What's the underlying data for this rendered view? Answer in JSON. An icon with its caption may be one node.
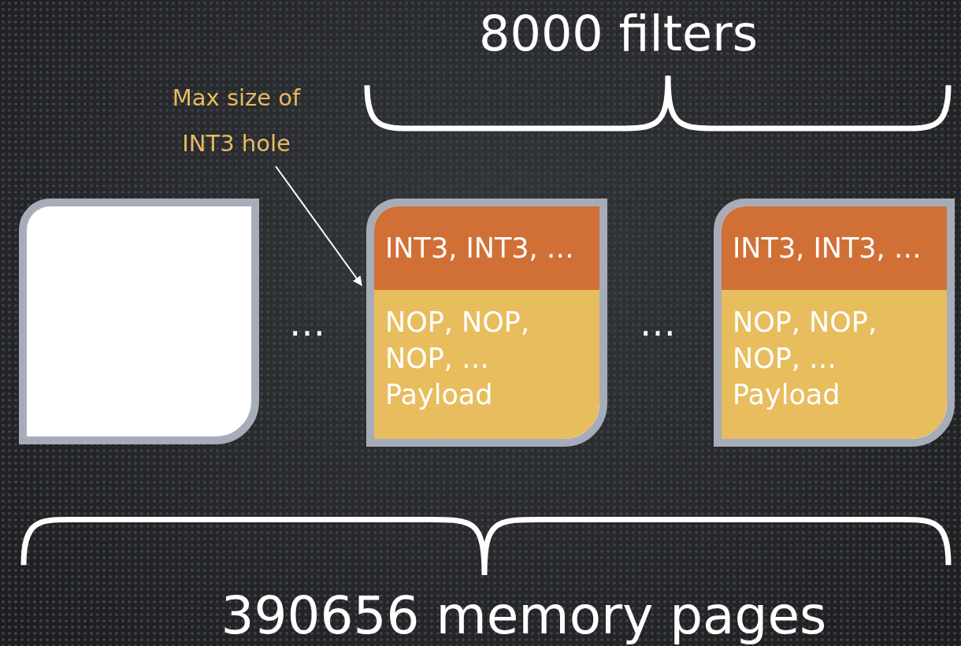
{
  "diagram": {
    "nodes": [
      {
        "text": [],
        "shape": "box"
      },
      {
        "text": [],
        "shape": "box"
      },
      {
        "text": [
          "INT3, INT3, …"
        ],
        "in": 1
      },
      {
        "text": [
          "NOP, NOP, NOP, …",
          "Payload"
        ],
        "in": 1
      },
      {
        "text": [],
        "shape": "box"
      },
      {
        "text": [
          "INT3, INT3, …"
        ],
        "in": 4
      },
      {
        "text": [
          "NOP, NOP, NOP, …",
          "Payload"
        ],
        "in": 4
      },
      {
        "text": [
          "Max size of INT3 hole"
        ]
      }
    ],
    "edges": [
      {
        "from": 7,
        "to": 2,
        "arrow": "to"
      }
    ],
    "labels": [
      "8000 filters",
      "…",
      "…",
      "390656 memory pages"
    ]
  }
}
